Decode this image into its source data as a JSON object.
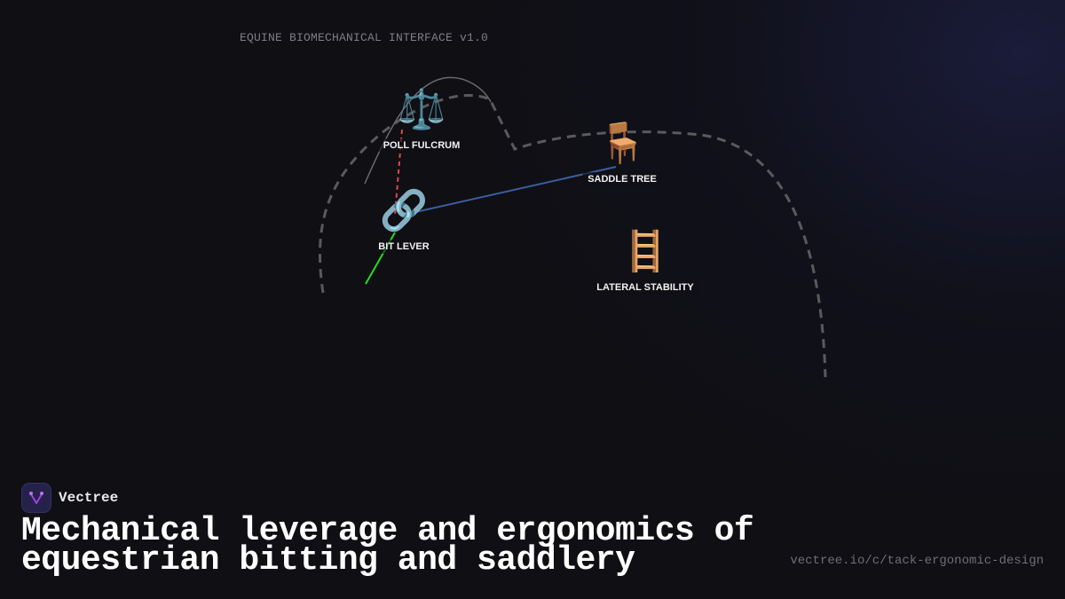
{
  "header": {
    "label": "EQUINE BIOMECHANICAL INTERFACE v1.0"
  },
  "nodes": [
    {
      "id": "poll-fulcrum",
      "label": "POLL FULCRUM",
      "icon": "balance-scale-icon",
      "glyph": "⚖️"
    },
    {
      "id": "bit-lever",
      "label": "BIT LEVER",
      "icon": "chain-link-icon",
      "glyph": "🔗"
    },
    {
      "id": "saddle-tree",
      "label": "SADDLE TREE",
      "icon": "chair-icon",
      "glyph": "🪑"
    },
    {
      "id": "lateral-stability",
      "label": "LATERAL STABILITY",
      "icon": "ladder-icon",
      "glyph": "🪜"
    }
  ],
  "connections": [
    {
      "from": "poll-fulcrum",
      "to": "bit-lever",
      "style": "dashed",
      "color": "#e04848"
    },
    {
      "from": "bit-lever",
      "to": "saddle-tree",
      "style": "solid",
      "color": "#3a5fa0"
    },
    {
      "from": "bit-lever",
      "to": "outside",
      "style": "solid",
      "color": "#22dd22"
    }
  ],
  "colors": {
    "background": "#0f0f14",
    "outline_curve": "#5a5a5e",
    "brand_logo_bg": "#24224a",
    "brand_accent": "#a040e0"
  },
  "footer": {
    "brand_name": "Vectree",
    "title": "Mechanical leverage and ergonomics of equestrian bitting and saddlery",
    "url": "vectree.io/c/tack-ergonomic-design"
  }
}
